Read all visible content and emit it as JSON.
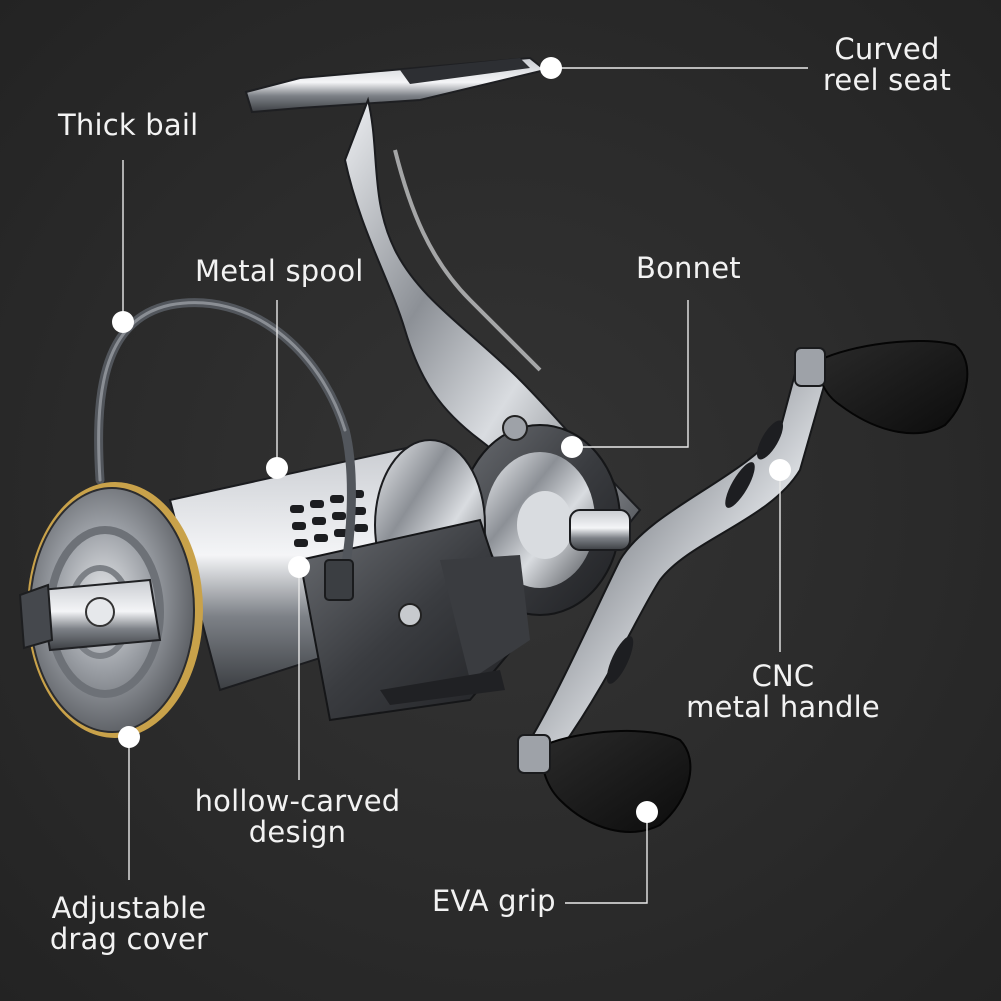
{
  "labels": {
    "curved_reel_seat": [
      "Curved",
      "reel seat"
    ],
    "thick_bail": "Thick bail",
    "metal_spool": "Metal spool",
    "bonnet": "Bonnet",
    "cnc_handle": [
      "CNC",
      "metal handle"
    ],
    "hollow_carved": [
      "hollow-carved",
      "design"
    ],
    "drag_cover": [
      "Adjustable",
      "drag cover"
    ],
    "eva_grip": "EVA grip"
  },
  "colors": {
    "background": "#2a2a2a",
    "callout": "#ffffff",
    "metal": "#b9bcc2",
    "gold_ring": "#c9a24a",
    "grip": "#161616"
  }
}
